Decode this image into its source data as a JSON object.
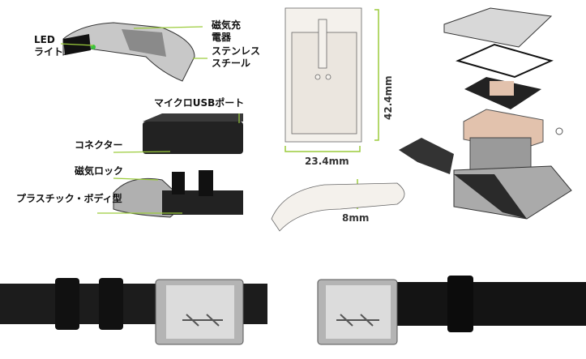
{
  "labels": {
    "led_line1": "LED",
    "led_line2": "ライト",
    "charger_line1": "磁気充",
    "charger_line2": "電器",
    "steel_line1": "ステンレス",
    "steel_line2": "スチール",
    "usb_port": "マイクロUSBポート",
    "connector": "コネクター",
    "magnetic_lock": "磁気ロック",
    "plastic_body": "プラスチック・ボディ型"
  },
  "dimensions": {
    "height": "42.4mm",
    "width": "23.4mm",
    "thickness": "8mm"
  },
  "colors": {
    "accent": "#9ccc3c",
    "metal": "#b8b8b8",
    "leather": "#1a1a1a",
    "pcb": "#e2c2ad"
  }
}
